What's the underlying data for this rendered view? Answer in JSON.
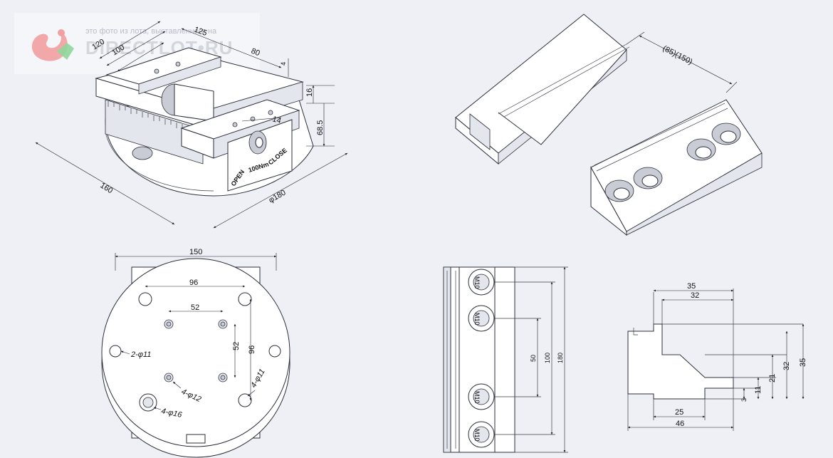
{
  "watermark": {
    "caption": "это фото из лота, выставленного на",
    "brand": "DIRECTLOT•RU"
  },
  "iso_vise": {
    "dims": [
      "125",
      "120",
      "100",
      "80",
      "4",
      "16",
      "68.5",
      "160",
      "φ180",
      "14"
    ],
    "torque_label": "100Nm",
    "open_label": "OPEN",
    "close_label": "CLOSE"
  },
  "jaw_iso": {
    "dim": "(85)(150)"
  },
  "top_view": {
    "dim_width": "150",
    "dim_96_h": "96",
    "dim_52_h": "52",
    "dim_52_v": "52",
    "dim_96_v": "96",
    "callout_a": "2-φ11",
    "callout_b": "4-φ12",
    "callout_c": "4-φ16",
    "callout_d": "4-φ11"
  },
  "jaw_front": {
    "thread_label": "M10",
    "dim_50": "50",
    "dim_100": "100",
    "dim_180": "180"
  },
  "jaw_profile": {
    "dim_35_top": "35",
    "dim_32_top": "32",
    "dim_3": "3",
    "dim_11": "11",
    "dim_21": "21",
    "dim_32_side": "32",
    "dim_35_side": "35",
    "dim_25": "25",
    "dim_46": "46"
  }
}
